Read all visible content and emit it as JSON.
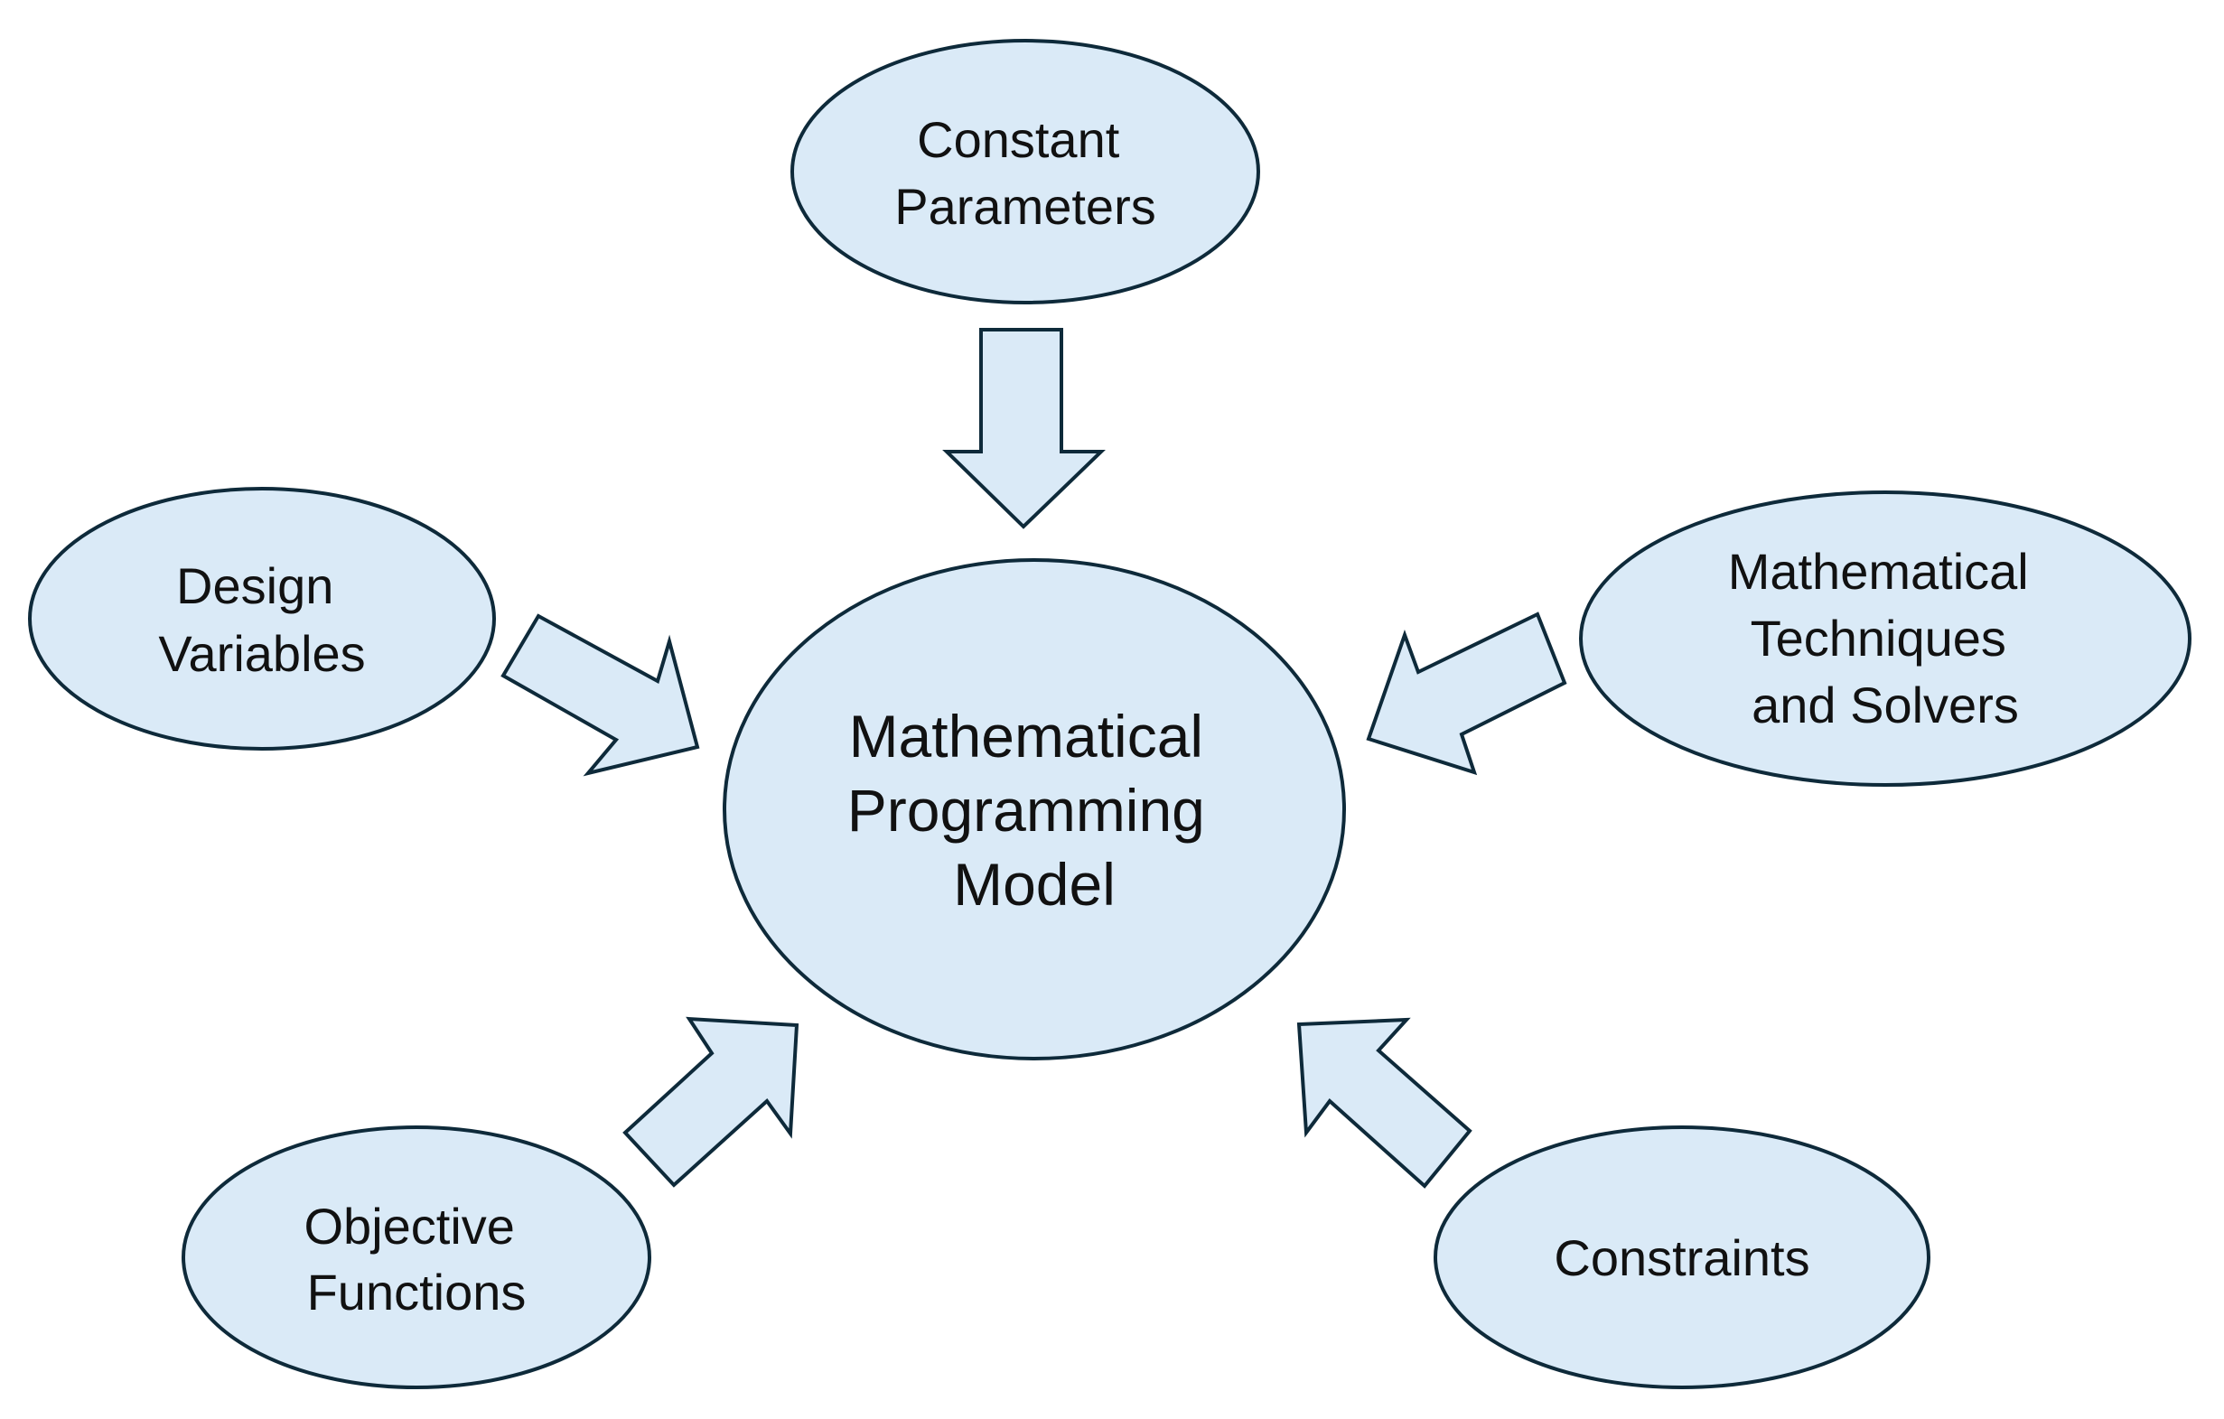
{
  "colors": {
    "fill": "#daeaf7",
    "stroke": "#0e2a3a",
    "text": "#111111",
    "background": "#ffffff"
  },
  "nodes": {
    "center": {
      "lines": [
        "Mathematical",
        "Programming",
        "Model"
      ]
    },
    "constant_parameters": {
      "lines": [
        "Constant",
        "Parameters"
      ]
    },
    "design_variables": {
      "lines": [
        "Design",
        "Variables"
      ]
    },
    "math_techniques": {
      "lines": [
        "Mathematical",
        "Techniques",
        "and Solvers"
      ]
    },
    "objective_functions": {
      "lines": [
        "Objective",
        "Functions"
      ]
    },
    "constraints": {
      "lines": [
        "Constraints"
      ]
    }
  }
}
